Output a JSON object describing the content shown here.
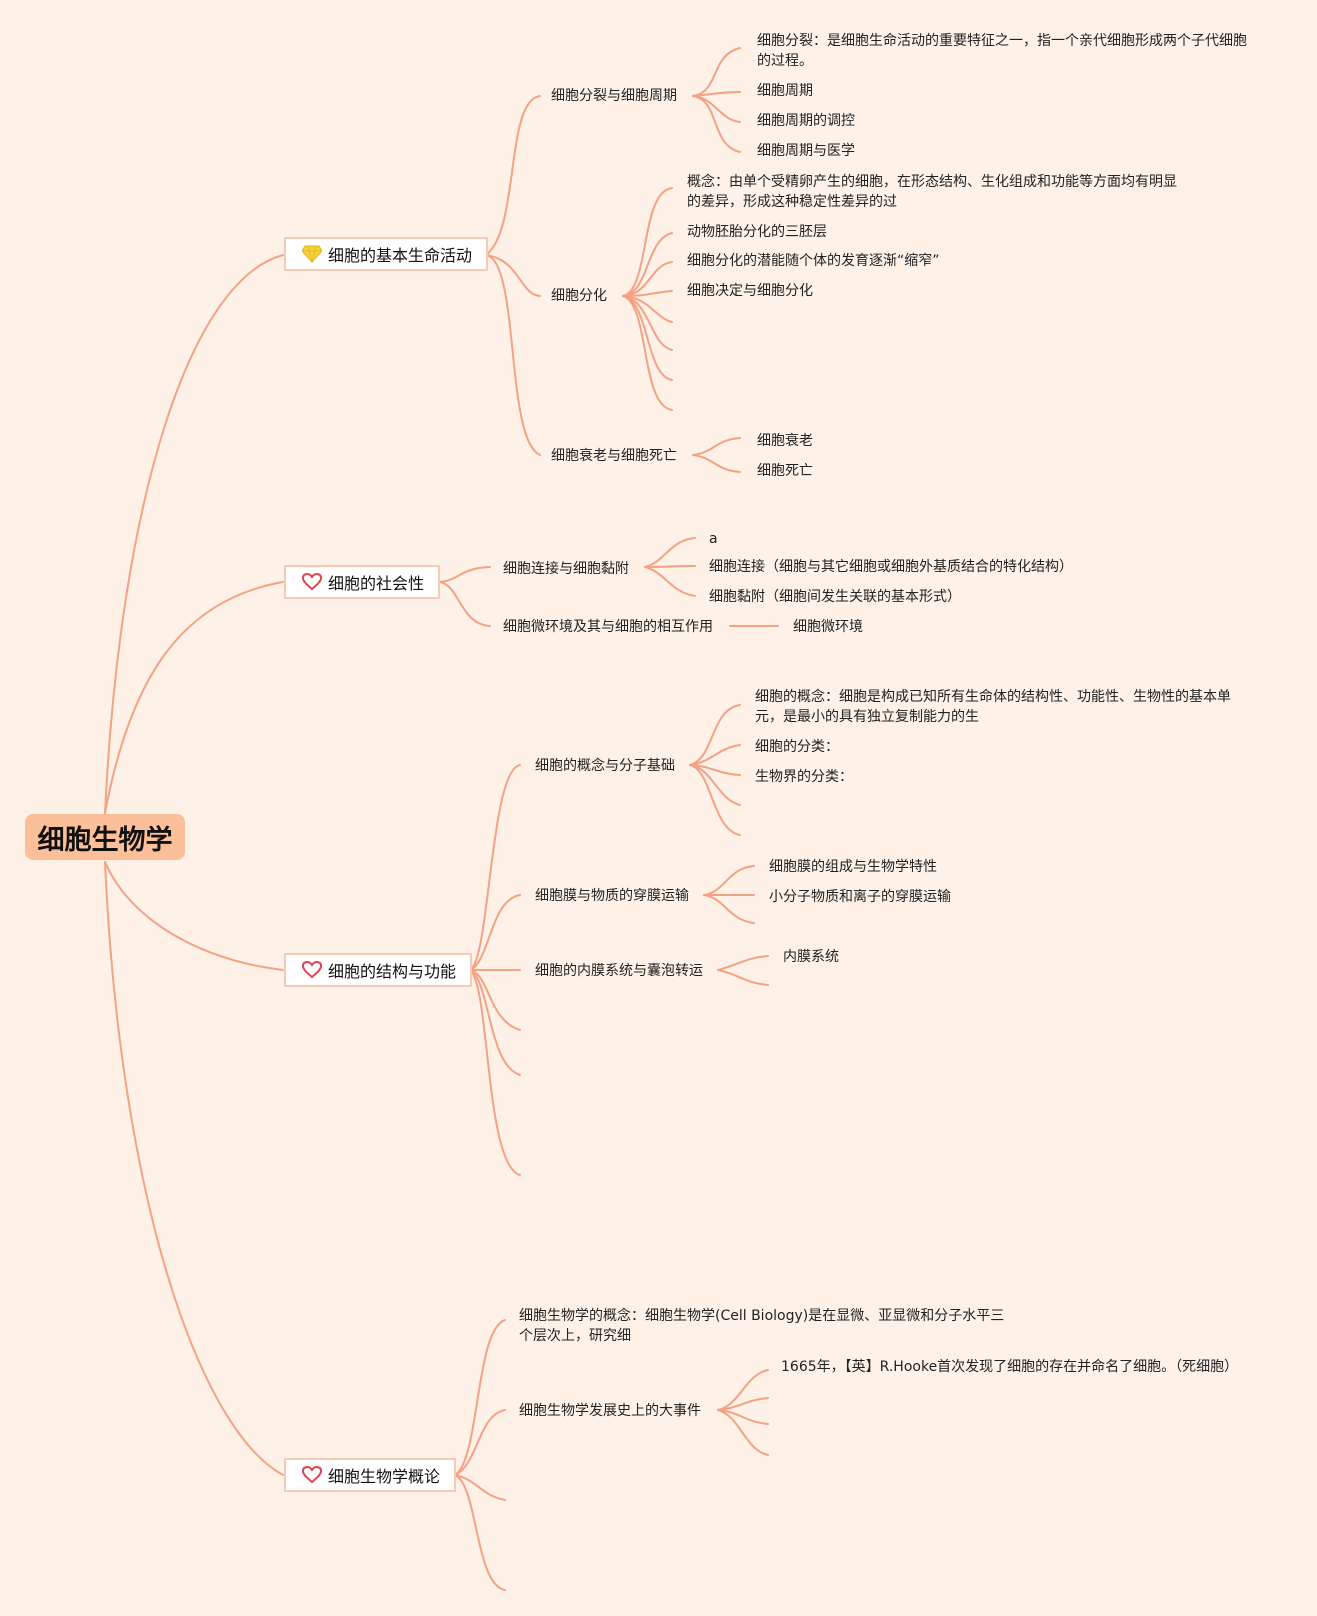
{
  "root": "细胞生物学",
  "colors": {
    "background": "#fdf1e8",
    "line": "#f4a283",
    "root_fill": "#fbbf9a",
    "topic_border": "#f5cbb6",
    "heart": "#e0424e",
    "gem": "#f5d23a"
  },
  "topics": [
    {
      "label": "细胞的基本生命活动",
      "icon": "gem-icon",
      "subtopics": [
        {
          "label": "细胞分裂与细胞周期",
          "children": [
            "细胞分裂：是细胞生命活动的重要特征之一，指一个亲代细胞形成两个子代细胞的过程。",
            "细胞周期",
            "细胞周期的调控",
            "细胞周期与医学"
          ]
        },
        {
          "label": "细胞分化",
          "children": [
            "概念：由单个受精卵产生的细胞，在形态结构、生化组成和功能等方面均有明显的差异，形成这种稳定性差异的过",
            "动物胚胎分化的三胚层",
            "细胞分化的潜能随个体的发育逐渐“缩窄”",
            "细胞决定与细胞分化"
          ]
        },
        {
          "label": "细胞衰老与细胞死亡",
          "children": [
            "细胞衰老",
            "细胞死亡"
          ]
        }
      ]
    },
    {
      "label": "细胞的社会性",
      "icon": "heart-icon",
      "subtopics": [
        {
          "label": "细胞连接与细胞黏附",
          "children": [
            "a",
            "细胞连接（细胞与其它细胞或细胞外基质结合的特化结构）",
            "细胞黏附（细胞间发生关联的基本形式）"
          ]
        },
        {
          "label": "细胞微环境及其与细胞的相互作用",
          "children": [
            "细胞微环境"
          ]
        }
      ]
    },
    {
      "label": "细胞的结构与功能",
      "icon": "heart-icon",
      "subtopics": [
        {
          "label": "细胞的概念与分子基础",
          "children": [
            "细胞的概念：细胞是构成已知所有生命体的结构性、功能性、生物性的基本单元，是最小的具有独立复制能力的生",
            "细胞的分类：",
            "生物界的分类："
          ]
        },
        {
          "label": "细胞膜与物质的穿膜运输",
          "children": [
            "细胞膜的组成与生物学特性",
            "小分子物质和离子的穿膜运输"
          ]
        },
        {
          "label": "细胞的内膜系统与囊泡转运",
          "children": [
            "内膜系统"
          ]
        }
      ]
    },
    {
      "label": "细胞生物学概论",
      "icon": "heart-icon",
      "subtopics": [
        {
          "label": "细胞生物学的概念：细胞生物学(Cell Biology)是在显微、亚显微和分子水平三个层次上，研究细",
          "children": []
        },
        {
          "label": "细胞生物学发展史上的大事件",
          "children": [
            "1665年，【英】R.Hooke首次发现了细胞的存在并命名了细胞。（死细胞）"
          ]
        }
      ]
    }
  ]
}
